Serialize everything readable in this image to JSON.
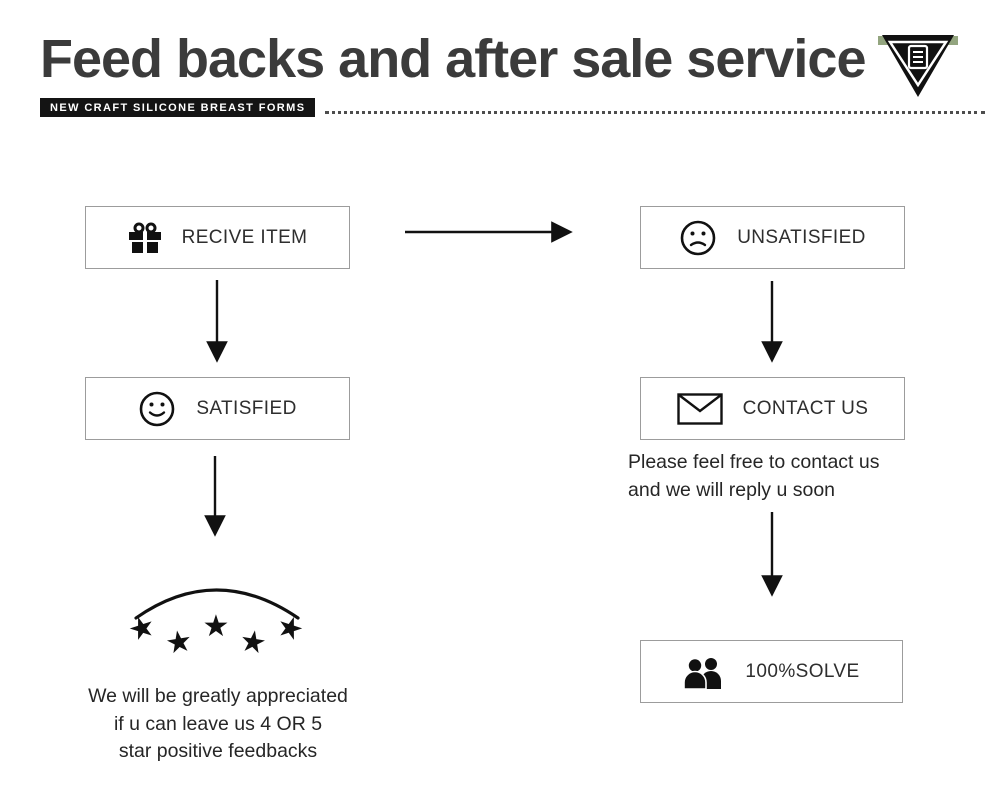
{
  "header": {
    "title": "Feed backs and after sale service",
    "badge": "NEW CRAFT SILICONE BREAST FORMS"
  },
  "logo": {
    "description": "black inverted triangle brand mark with white inner triangle and document glyph",
    "accent_color": "#93a57f"
  },
  "flow": {
    "receive_label": "RECIVE ITEM",
    "unsatisfied_label": "UNSATISFIED",
    "satisfied_label": "SATISFIED",
    "contact_label": "CONTACT US",
    "solve_label": "100%SOLVE",
    "contact_note": {
      "0": "Please feel free to contact us",
      "1": "and we will reply u soon"
    },
    "feedback_note": {
      "0": "We will be greatly appreciated",
      "1": "if u can leave us 4 OR 5",
      "2": "star positive feedbacks"
    }
  },
  "icons": {
    "star_glyph": "★",
    "receive": "gift-icon",
    "unsatisfied": "sad-face-icon",
    "satisfied": "smiley-face-icon",
    "contact": "envelope-icon",
    "solve": "people-icon"
  },
  "colors": {
    "title": "#3b3b3b",
    "text": "#2e2e2e",
    "box_border": "#9c9c9c",
    "badge_bg": "#141414",
    "icon_black": "#111111"
  }
}
